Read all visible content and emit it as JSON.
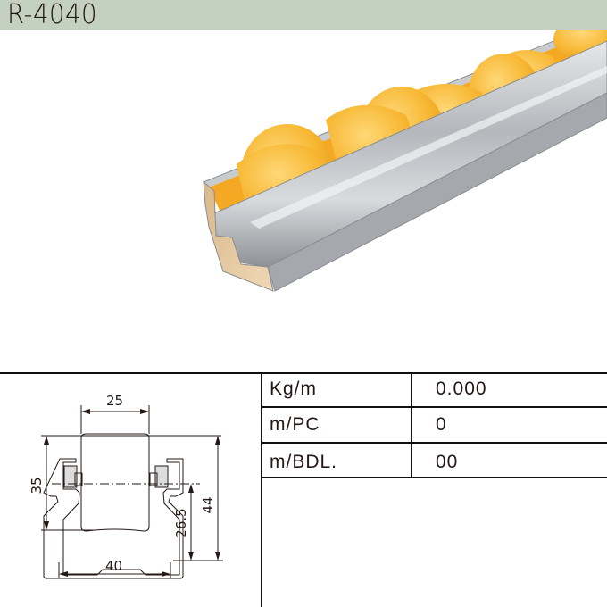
{
  "header": {
    "title": "R-4040",
    "background": "#c5d1c0"
  },
  "product_photo": {
    "description": "galvanized steel roller track with yellow plastic wheels",
    "roller_color": "#f5b530",
    "rail_color": "#b8bcbf"
  },
  "drawing": {
    "dimensions": {
      "roller_width": "25",
      "roller_height": "35",
      "axle_height": "26.5",
      "total_height": "44",
      "base_width": "40"
    }
  },
  "spec_table": {
    "rows": [
      {
        "label": "Kg/m",
        "value": "0.000"
      },
      {
        "label": "m/PC",
        "value": "0"
      },
      {
        "label": "m/BDL.",
        "value": "00"
      }
    ]
  }
}
